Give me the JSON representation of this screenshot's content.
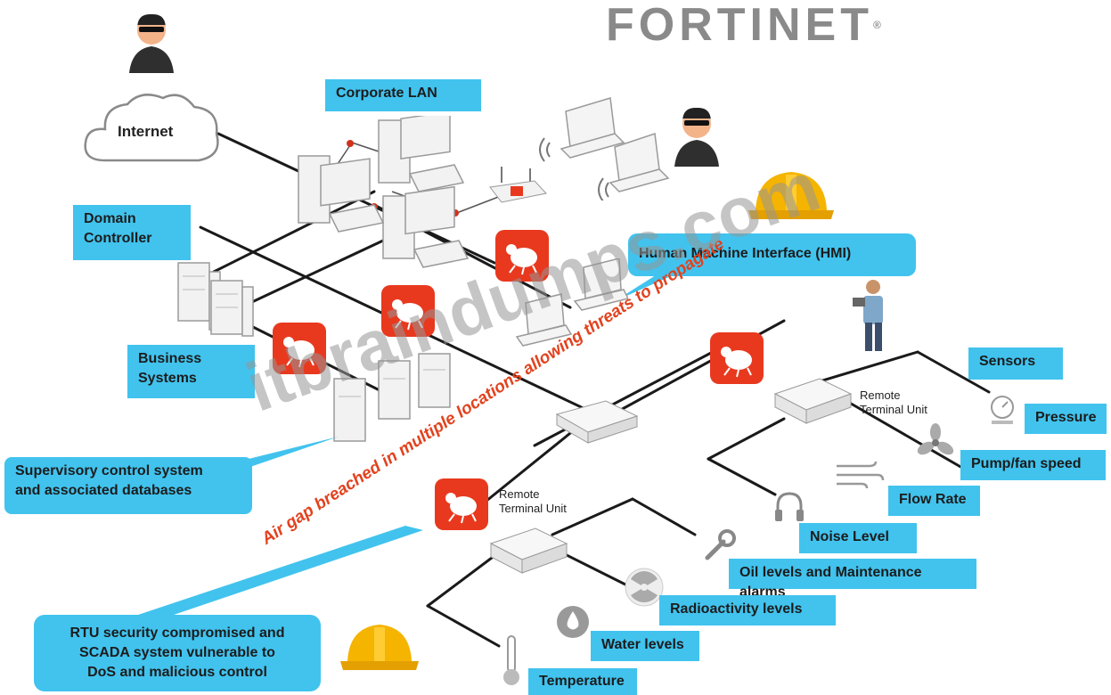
{
  "logo": {
    "text": "FORTINET",
    "registered": "®"
  },
  "watermark": "itbraindumps.com",
  "annotation": "Air gap breached in multiple locations allowing threats to propagate",
  "labels": {
    "internet": "Internet",
    "corporate_lan": "Corporate LAN",
    "domain_controller": "Domain\nController",
    "business_systems": "Business\nSystems",
    "supervisory": "Supervisory control system\nand associated databases",
    "hmi": "Human Machine Interface (HMI)",
    "rtu_compromised": "RTU security compromised and\nSCADA system vulnerable to\nDoS and malicious control",
    "rtu_upper": "Remote\nTerminal Unit",
    "rtu_lower": "Remote\nTerminal Unit",
    "sensors": "Sensors",
    "pressure": "Pressure",
    "pump_fan": "Pump/fan speed",
    "flow_rate": "Flow Rate",
    "noise_level": "Noise Level",
    "oil_levels": "Oil levels and Maintenance alarms",
    "radioactivity": "Radioactivity levels",
    "water_levels": "Water levels",
    "temperature": "Temperature"
  },
  "colors": {
    "label_bg": "#41c3ee",
    "threat_red": "#e8391e",
    "logo_gray": "#8a8a8a",
    "helmet_yellow": "#f5b400"
  }
}
